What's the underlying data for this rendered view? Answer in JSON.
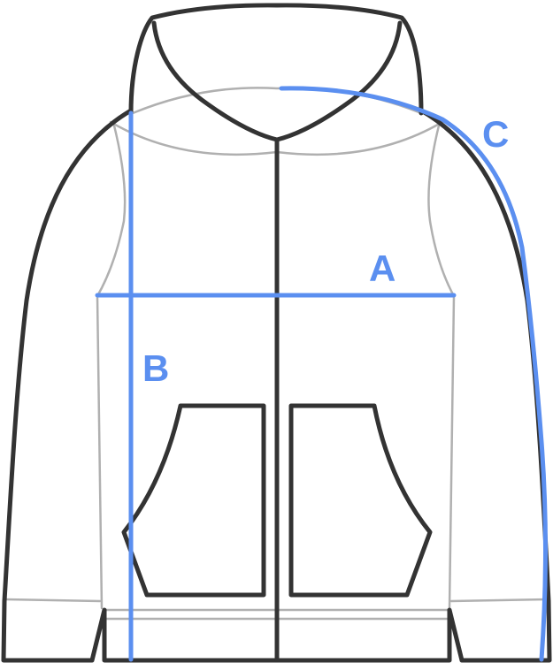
{
  "measurements": {
    "a": {
      "label": "A"
    },
    "b": {
      "label": "B"
    },
    "c": {
      "label": "C"
    }
  },
  "colors": {
    "outline": "#333333",
    "seam": "#b0b0b0",
    "measure": "#5b8ff0",
    "background": "#ffffff"
  }
}
